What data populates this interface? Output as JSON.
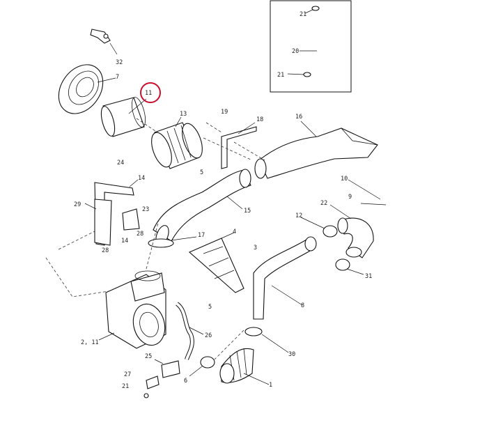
{
  "callouts": {
    "c1": "1",
    "c2": "2, 11",
    "c3": "3",
    "c4": "4",
    "c5a": "5",
    "c5b": "5",
    "c6": "6",
    "c7": "7",
    "c8": "8",
    "c9": "9",
    "c10": "10",
    "c11": "11",
    "c12": "12",
    "c13": "13",
    "c14a": "14",
    "c14b": "14",
    "c15": "15",
    "c16": "16",
    "c17": "17",
    "c18": "18",
    "c19": "19",
    "c20": "20",
    "c21a": "21",
    "c21b": "21",
    "c21c": "21",
    "c22": "22",
    "c23": "23",
    "c24": "24",
    "c25": "25",
    "c26": "26",
    "c27": "27",
    "c28a": "28",
    "c28b": "28",
    "c29": "29",
    "c30": "30",
    "c31": "31",
    "c32": "32"
  },
  "highlight": {
    "part": "11",
    "color": "#c8102e"
  }
}
